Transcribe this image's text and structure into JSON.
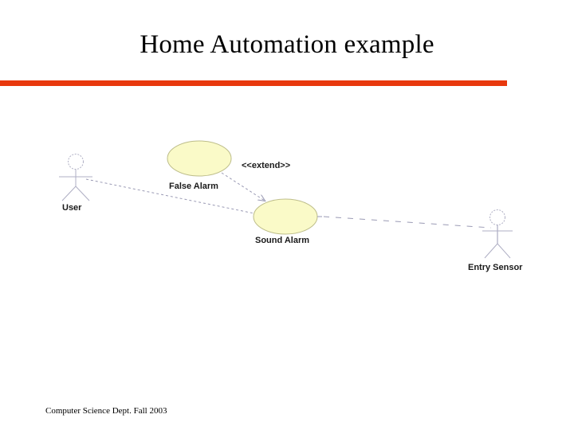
{
  "slide": {
    "title": "Home Automation example",
    "footer": "Computer Science Dept. Fall 2003",
    "accent_color": "#E8380D",
    "background_color": "#FFFFFF"
  },
  "diagram": {
    "kind": "uml-use-case-diagram",
    "usecase_fill": "#FAFAC8",
    "usecase_stroke": "#BDBD8A",
    "line_color": "#9A9AB4",
    "actors": [
      {
        "id": "user",
        "label": "User"
      },
      {
        "id": "entry-sensor",
        "label": "Entry Sensor"
      }
    ],
    "use_cases": [
      {
        "id": "false-alarm",
        "label": "False Alarm"
      },
      {
        "id": "sound-alarm",
        "label": "Sound Alarm"
      }
    ],
    "relationships": [
      {
        "id": "user-sound-alarm",
        "from": "user",
        "to": "sound-alarm",
        "style": "dashed",
        "label": ""
      },
      {
        "id": "sound-alarm-entry-sensor",
        "from": "sound-alarm",
        "to": "entry-sensor",
        "style": "dashed",
        "label": ""
      },
      {
        "id": "false-alarm-extend",
        "from": "false-alarm",
        "to": "sound-alarm",
        "style": "dashed-arrow",
        "label": "<<extend>>"
      }
    ]
  }
}
